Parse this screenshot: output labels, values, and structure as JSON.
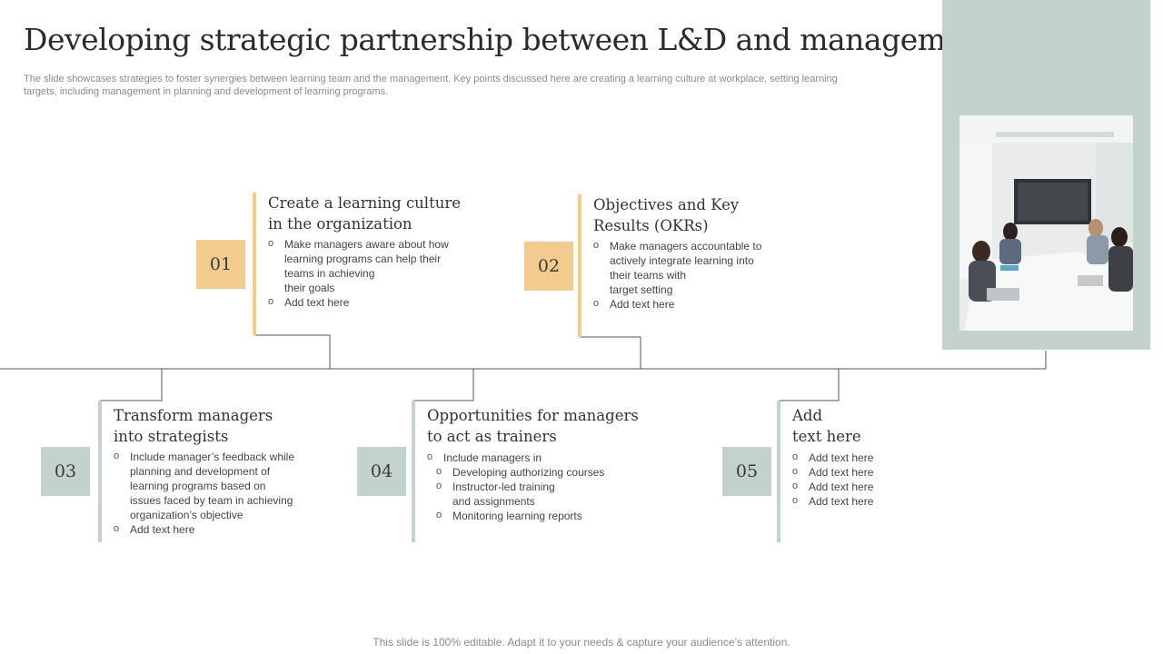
{
  "header": {
    "title": "Developing strategic partnership between L&D and management",
    "subtitle": "The slide showcases strategies to foster synergies between learning team and the management. Key points discussed here are creating a learning culture at workplace, setting learning targets, including management in planning and development of learning programs."
  },
  "colors": {
    "gold": "#f3cb8e",
    "sage": "#c3d2cb"
  },
  "steps": [
    {
      "num": "01",
      "title": "Create a learning culture\nin the organization",
      "bullets": [
        "Make managers aware about how\nlearning programs can help their\nteams in achieving\ntheir goals",
        "Add text here"
      ]
    },
    {
      "num": "02",
      "title": "Objectives and Key\nResults (OKRs)",
      "bullets": [
        "Make managers accountable to\nactively integrate learning into\ntheir teams with\ntarget setting",
        "Add text here"
      ]
    },
    {
      "num": "03",
      "title": "Transform managers\ninto strategists",
      "bullets": [
        "Include manager’s feedback while\nplanning and development  of\nlearning programs based on\nissues faced by team in achieving\norganization’s objective",
        "Add text here"
      ]
    },
    {
      "num": "04",
      "title": "Opportunities for managers\nto act as trainers",
      "bullets": [
        "Include managers in"
      ],
      "sub_bullets": [
        "Developing  authorizing courses",
        "Instructor-led training\nand assignments",
        "Monitoring learning reports"
      ]
    },
    {
      "num": "05",
      "title": "Add\ntext here",
      "bullets": [
        "Add text here",
        "Add text here",
        "Add text here",
        "Add text here"
      ]
    }
  ],
  "footer": "This slide is 100% editable. Adapt it to your needs & capture your audience’s attention."
}
